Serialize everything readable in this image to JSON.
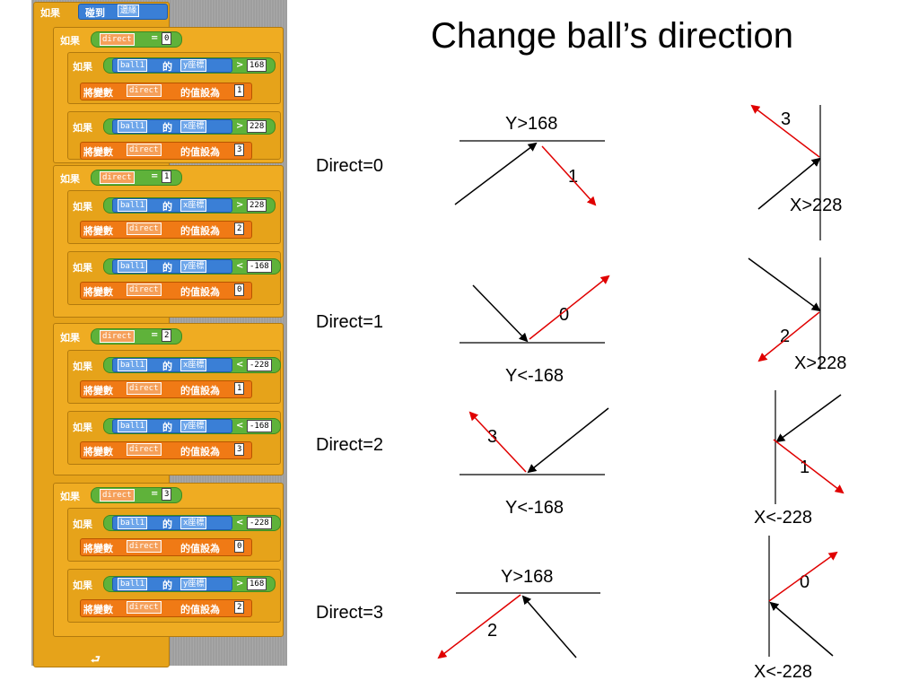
{
  "title": "Change ball’s direction",
  "rows": [
    {
      "label": "Direct=0"
    },
    {
      "label": "Direct=1"
    },
    {
      "label": "Direct=2"
    },
    {
      "label": "Direct=3"
    }
  ],
  "bounds": {
    "y_top": "Y>168",
    "y_bottom": "Y<-168",
    "x_right": "X>228",
    "x_left": "X<-228"
  },
  "new_direction_numbers": {
    "r0_y": "1",
    "r0_x": "3",
    "r1_y": "0",
    "r1_x": "2",
    "r2_y": "3",
    "r2_x": "1",
    "r3_y": "2",
    "r3_x": "0"
  },
  "colors": {
    "incoming": "#000000",
    "reflected": "#e00000",
    "scratch_control": "#e6a31a",
    "scratch_sensing": "#2a88d8",
    "scratch_operator": "#5fb23a",
    "scratch_variable": "#f07a15"
  },
  "code": {
    "kw_if": "如果",
    "kw_touch": "碰到",
    "edge": "邊緣",
    "kw_of": "的",
    "kw_set": "將變數",
    "kw_setto": "的值設為",
    "var": "direct",
    "sprite": "ball1",
    "ycoord": "y座標",
    "xcoord": "x座標",
    "gt": ">",
    "lt": "<",
    "eq": "=",
    "v0": "0",
    "v1": "1",
    "v2": "2",
    "v3": "3",
    "n168": "168",
    "n228": "228",
    "nm168": "-168",
    "nm228": "-228"
  }
}
